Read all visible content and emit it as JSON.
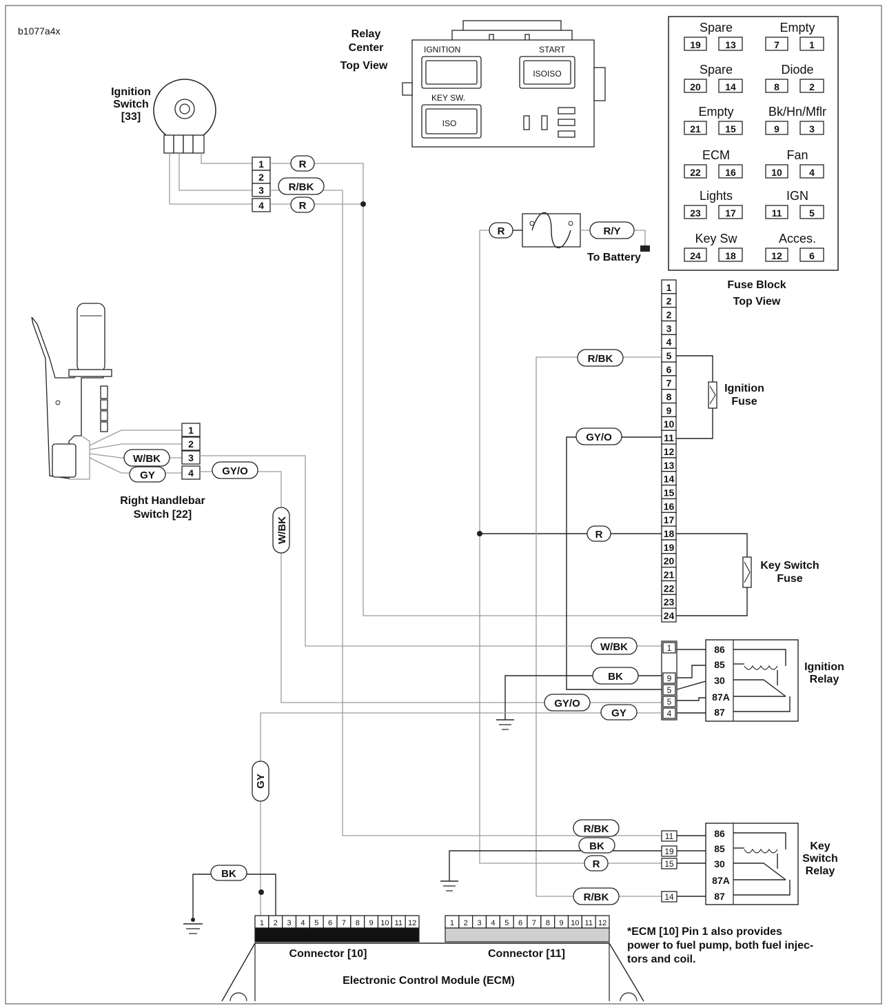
{
  "figure_id": "b1077a4x",
  "ignition_switch": {
    "label_lines": [
      "Ignition",
      "Switch",
      "[33]"
    ],
    "pins": [
      "1",
      "2",
      "3",
      "4"
    ],
    "wires": [
      "R",
      "R/BK",
      "R"
    ]
  },
  "relay_center": {
    "title_lines": [
      "Relay",
      "Center",
      "Top View"
    ],
    "ignition": "IGNITION",
    "start": "START",
    "iso_iso": "ISOISO",
    "key_sw": "KEY SW.",
    "iso": "ISO"
  },
  "fuse_block_legend": {
    "title_lines": [
      "Fuse Block",
      "Top View"
    ],
    "cells": [
      {
        "name": "Spare",
        "a": "19",
        "b": "13"
      },
      {
        "name": "Empty",
        "a": "7",
        "b": "1"
      },
      {
        "name": "Spare",
        "a": "20",
        "b": "14"
      },
      {
        "name": "Diode",
        "a": "8",
        "b": "2"
      },
      {
        "name": "Empty",
        "a": "21",
        "b": "15"
      },
      {
        "name": "Bk/Hn/Mflr",
        "a": "9",
        "b": "3"
      },
      {
        "name": "ECM",
        "a": "22",
        "b": "16"
      },
      {
        "name": "Fan",
        "a": "10",
        "b": "4"
      },
      {
        "name": "Lights",
        "a": "23",
        "b": "17"
      },
      {
        "name": "IGN",
        "a": "11",
        "b": "5"
      },
      {
        "name": "Key Sw",
        "a": "24",
        "b": "18"
      },
      {
        "name": "Acces.",
        "a": "12",
        "b": "6"
      }
    ]
  },
  "main_fuse": {
    "wire_in": "R",
    "wire_out": "R/Y",
    "to_battery": "To Battery"
  },
  "fuse_strip": {
    "pins": [
      "1",
      "2",
      "2",
      "3",
      "4",
      "5",
      "6",
      "7",
      "8",
      "9",
      "10",
      "11",
      "12",
      "13",
      "14",
      "15",
      "16",
      "17",
      "18",
      "19",
      "20",
      "21",
      "22",
      "23",
      "24"
    ]
  },
  "fuses": {
    "ignition": [
      "Ignition",
      "Fuse"
    ],
    "key_switch": [
      "Key Switch",
      "Fuse"
    ]
  },
  "strip_wires": {
    "pin5": "R/BK",
    "pin11": "GY/O",
    "pin18": "R"
  },
  "handlebar": {
    "label_lines": [
      "Right Handlebar",
      "Switch [22]"
    ],
    "pins": [
      "1",
      "2",
      "3",
      "4"
    ],
    "wire_wbk": "W/BK",
    "wire_gy": "GY",
    "wire_gyo": "GY/O",
    "vertical_wbk": "W/BK"
  },
  "ignition_relay": {
    "label_lines": [
      "Ignition",
      "Relay"
    ],
    "conn_pins": [
      "1",
      "9",
      "5",
      "5",
      "4"
    ],
    "terminals": [
      "86",
      "85",
      "30",
      "87A",
      "87"
    ],
    "wires": [
      "W/BK",
      "BK",
      "GY/O",
      "GY"
    ]
  },
  "key_switch_relay": {
    "label_lines": [
      "Key",
      "Switch",
      "Relay"
    ],
    "conn_pins": [
      "11",
      "19",
      "15",
      "14"
    ],
    "terminals": [
      "86",
      "85",
      "30",
      "87A",
      "87"
    ],
    "wires": [
      "R/BK",
      "BK",
      "R",
      "R/BK"
    ]
  },
  "ecm": {
    "title": "Electronic Control Module (ECM)",
    "connector10": "Connector [10]",
    "connector11": "Connector [11]",
    "pins": [
      "1",
      "2",
      "3",
      "4",
      "5",
      "6",
      "7",
      "8",
      "9",
      "10",
      "11",
      "12"
    ],
    "wire_gy": "GY",
    "wire_bk": "BK"
  },
  "note_lines": [
    "*ECM [10] Pin 1 also provides",
    "power to fuel pump, both fuel injec-",
    "tors and coil."
  ]
}
